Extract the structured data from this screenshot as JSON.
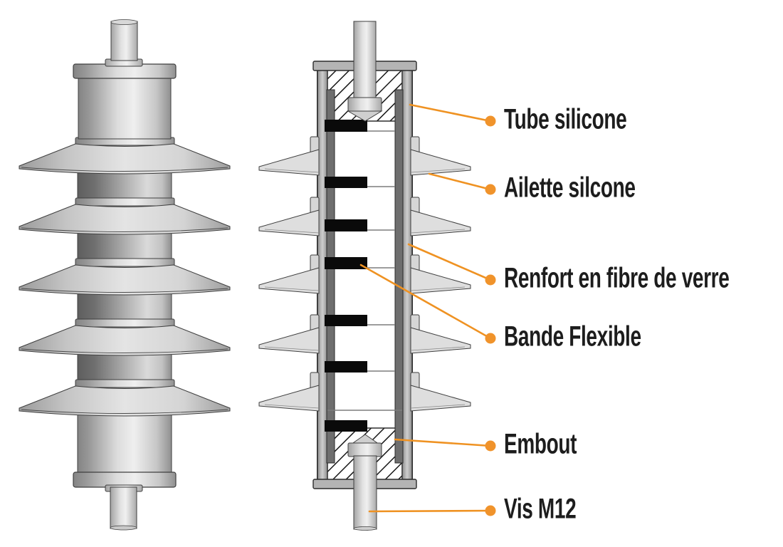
{
  "figure": {
    "views": {
      "exterior": {
        "shed_count": 5
      },
      "cross_section": {
        "shed_count": 5,
        "flexible_band_count": 7
      }
    },
    "callouts": [
      {
        "id": "tube-silicone",
        "text": "Tube silicone"
      },
      {
        "id": "ailette-silcone",
        "text": "Ailette silcone"
      },
      {
        "id": "renfort-fibre-verre",
        "text": "Renfort en fibre de verre"
      },
      {
        "id": "bande-flexible",
        "text": "Bande Flexible"
      },
      {
        "id": "embout",
        "text": "Embout"
      },
      {
        "id": "vis-m12",
        "text": "Vis M12"
      }
    ],
    "colors": {
      "accent_orange": "#F0932B",
      "leader_line": "#EF9222",
      "label_text": "#1d1d1d",
      "band_black": "#0a0a0a",
      "background": "#ffffff"
    }
  }
}
